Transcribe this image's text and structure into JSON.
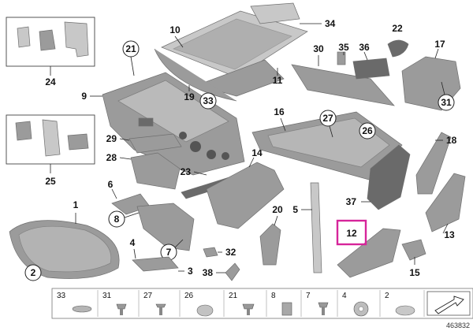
{
  "diagram": {
    "labels": {
      "p1": "1",
      "p2": "2",
      "p3": "3",
      "p4": "4",
      "p5": "5",
      "p6": "6",
      "p7": "7",
      "p8": "8",
      "p9": "9",
      "p10": "10",
      "p11": "11",
      "p12": "12",
      "p13": "13",
      "p14": "14",
      "p15": "15",
      "p16": "16",
      "p17": "17",
      "p18": "18",
      "p19": "19",
      "p20": "20",
      "p21": "21",
      "p22": "22",
      "p23": "23",
      "p24": "24",
      "p25": "25",
      "p26": "26",
      "p27": "27",
      "p28": "28",
      "p29": "29",
      "p30": "30",
      "p31": "31",
      "p32": "32",
      "p33": "33",
      "p34": "34",
      "p35": "35",
      "p36": "36",
      "p37": "37",
      "p38": "38"
    },
    "highlight_color": "#d6259a",
    "fastener_strip": [
      "33",
      "31",
      "27",
      "26",
      "21",
      "8",
      "7",
      "4",
      "2"
    ],
    "document_number": "463832"
  }
}
